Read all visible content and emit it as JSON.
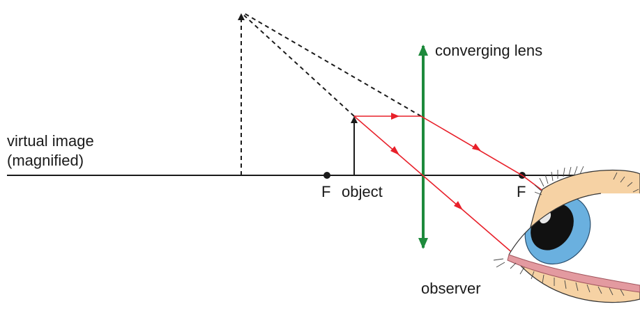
{
  "labels": {
    "lens": "converging lens",
    "virtual_image_line1": "virtual image",
    "virtual_image_line2": "(magnified)",
    "focal_left": "F",
    "object": "object",
    "focal_right": "F",
    "observer": "observer"
  },
  "colors": {
    "axis": "#1a1a1a",
    "ray": "#e8202a",
    "lens": "#1e8a3c",
    "construction": "#1a1a1a",
    "skin": "#f6d2a4",
    "iris": "#6ab0df",
    "pupil": "#111111",
    "eyelid_rim": "#e39aa0"
  },
  "icons": {
    "observer": "eye-icon"
  }
}
